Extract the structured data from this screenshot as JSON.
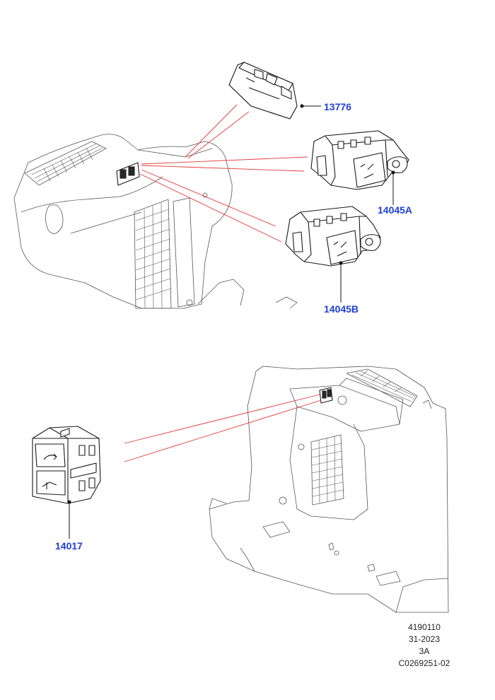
{
  "callouts": {
    "c1": "13776",
    "c2": "14045A",
    "c3": "14045B",
    "c4": "14017"
  },
  "footer": {
    "line1": "4190110",
    "line2": "31-2023",
    "line3": "3A",
    "line4": "C0269251-02"
  },
  "colors": {
    "callout_blue": "#1f3fd6",
    "reference_line_red": "#e23b3b",
    "outline": "#1a1a1a"
  }
}
